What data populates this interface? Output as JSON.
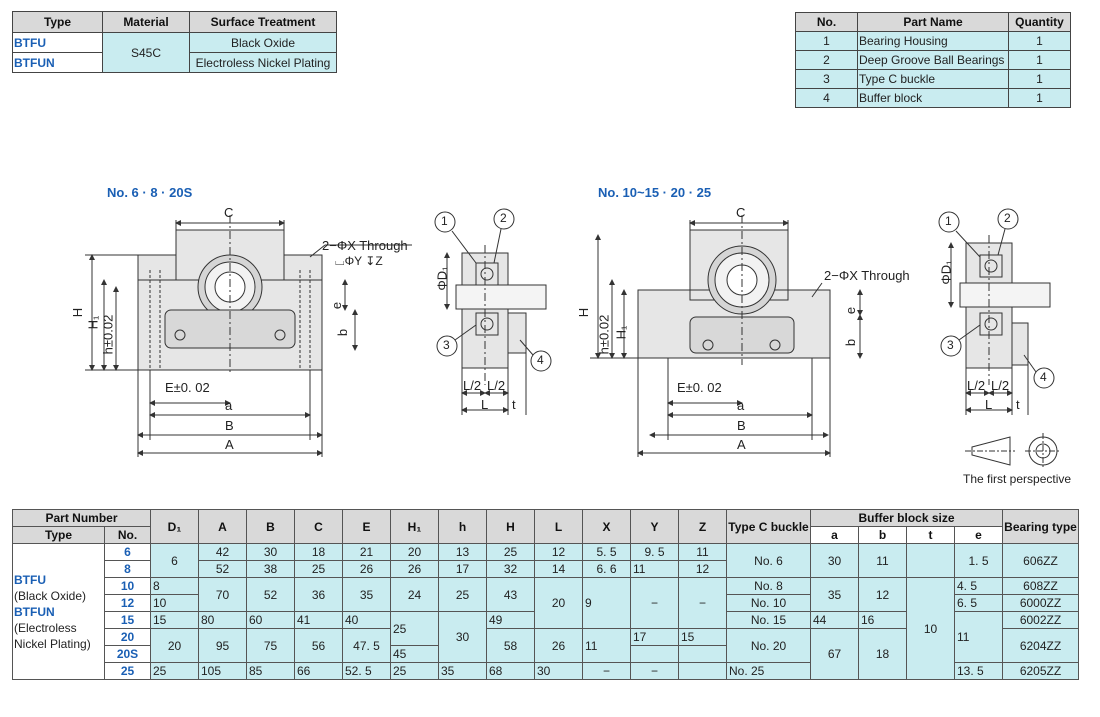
{
  "material_table": {
    "headers": [
      "Type",
      "Material",
      "Surface Treatment"
    ],
    "rows": [
      {
        "type": "BTFU",
        "material": "S45C",
        "treatment": "Black Oxide"
      },
      {
        "type": "BTFUN",
        "material": "S45C",
        "treatment": "Electroless Nickel Plating"
      }
    ]
  },
  "parts_table": {
    "headers": [
      "No.",
      "Part Name",
      "Quantity"
    ],
    "rows": [
      {
        "no": "1",
        "name": "Bearing Housing",
        "qty": "1"
      },
      {
        "no": "2",
        "name": "Deep Groove Ball Bearings",
        "qty": "1"
      },
      {
        "no": "3",
        "name": "Type C buckle",
        "qty": "1"
      },
      {
        "no": "4",
        "name": "Buffer block",
        "qty": "1"
      }
    ]
  },
  "drawing": {
    "left_title": "No. 6 · 8 · 20S",
    "right_title": "No. 10~15 · 20 · 25",
    "through_left": "2−ΦX Through",
    "through_left_sub": "⌴ΦY ↧Z",
    "through_right": "2−ΦX Through",
    "dim": {
      "C": "C",
      "H": "H",
      "H1": "H₁",
      "h": "h±0.02",
      "e": "e",
      "b": "b",
      "E": "E±0. 02",
      "a": "a",
      "B": "B",
      "A": "A",
      "phiD1": "ΦD₁",
      "L2a": "L/2",
      "L2b": "L/2",
      "L": "L",
      "t": "t"
    },
    "balloons": [
      "1",
      "2",
      "3",
      "4"
    ],
    "perspective": "The first perspective"
  },
  "spec_table": {
    "group_headers": {
      "part_number": "Part Number",
      "buffer": "Buffer block size"
    },
    "headers": {
      "type": "Type",
      "no": "No.",
      "D1": "D₁",
      "A": "A",
      "B": "B",
      "C": "C",
      "E": "E",
      "H1": "H₁",
      "h": "h",
      "H": "H",
      "L": "L",
      "X": "X",
      "Y": "Y",
      "Z": "Z",
      "buckle": "Type C buckle",
      "a": "a",
      "b": "b",
      "t": "t",
      "e": "e",
      "bearing": "Bearing type"
    },
    "type_text": [
      "BTFU",
      "(Black Oxide)",
      "BTFUN",
      "(Electroless",
      "Nickel Plating)"
    ],
    "rows": [
      {
        "no": "6",
        "D1": "6",
        "A": "42",
        "B": "30",
        "C": "18",
        "E": "21",
        "H1": "20",
        "h": "13",
        "H": "25",
        "L": "12",
        "X": "5. 5",
        "Y": "9. 5",
        "Z": "11",
        "buckle": "No.  6",
        "a": "30",
        "b": "11",
        "t": "",
        "e": "1. 5",
        "bearing": "606ZZ"
      },
      {
        "no": "8",
        "D1": "",
        "A": "52",
        "B": "38",
        "C": "25",
        "E": "26",
        "H1": "26",
        "h": "17",
        "H": "32",
        "L": "14",
        "X": "6. 6",
        "Y": "11",
        "Z": "12",
        "buckle": "",
        "a": "",
        "b": "",
        "t": "",
        "e": "",
        "bearing": ""
      },
      {
        "no": "10",
        "D1": "8",
        "A": "70",
        "B": "52",
        "C": "36",
        "E": "35",
        "H1": "24",
        "h": "25",
        "H": "43",
        "L": "20",
        "X": "9",
        "Y": "−",
        "Z": "−",
        "buckle": "No.  8",
        "a": "35",
        "b": "12",
        "t": "10",
        "e": "4. 5",
        "bearing": "608ZZ"
      },
      {
        "no": "12",
        "D1": "10",
        "A": "",
        "B": "",
        "C": "",
        "E": "",
        "H1": "",
        "h": "",
        "H": "",
        "L": "",
        "X": "",
        "Y": "",
        "Z": "",
        "buckle": "No. 10",
        "a": "",
        "b": "",
        "t": "",
        "e": "6. 5",
        "bearing": "6000ZZ"
      },
      {
        "no": "15",
        "D1": "15",
        "A": "80",
        "B": "60",
        "C": "41",
        "E": "40",
        "H1": "25",
        "h": "30",
        "H": "49",
        "L": "",
        "X": "",
        "Y": "",
        "Z": "",
        "buckle": "No. 15",
        "a": "44",
        "b": "16",
        "t": "",
        "e": "11",
        "bearing": "6002ZZ"
      },
      {
        "no": "20",
        "D1": "20",
        "A": "95",
        "B": "75",
        "C": "56",
        "E": "47. 5",
        "H1": "",
        "h": "",
        "H": "58",
        "L": "26",
        "X": "11",
        "Y": "17",
        "Z": "15",
        "buckle": "No. 20",
        "a": "67",
        "b": "18",
        "t": "",
        "e": "",
        "bearing": "6204ZZ"
      },
      {
        "no": "20S",
        "D1": "",
        "A": "",
        "B": "",
        "C": "",
        "E": "",
        "H1": "45",
        "h": "",
        "H": "",
        "L": "",
        "X": "",
        "Y": "",
        "Z": "",
        "buckle": "",
        "a": "",
        "b": "",
        "t": "",
        "e": "",
        "bearing": ""
      },
      {
        "no": "25",
        "D1": "25",
        "A": "105",
        "B": "85",
        "C": "66",
        "E": "52. 5",
        "H1": "25",
        "h": "35",
        "H": "68",
        "L": "30",
        "X": "−",
        "Y": "−",
        "Z": "",
        "buckle": "No. 25",
        "a": "",
        "b": "",
        "t": "",
        "e": "13. 5",
        "bearing": "6205ZZ"
      }
    ]
  }
}
